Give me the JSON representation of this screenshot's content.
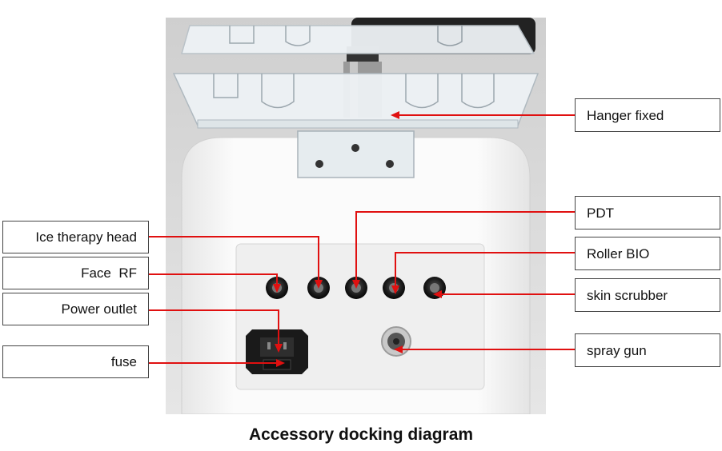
{
  "caption": "Accessory docking diagram",
  "labels": {
    "hanger_fixed": "Hanger fixed",
    "ice_therapy_head": "Ice therapy head",
    "face_rf": "Face  RF",
    "power_outlet": "Power outlet",
    "fuse": "fuse",
    "pdt": "PDT",
    "roller_bio": "Roller BIO",
    "skin_scrubber": "skin scrubber",
    "spray_gun": "spray gun"
  },
  "colors": {
    "leader": "#e01010",
    "device_body": "#f6f6f6",
    "panel": "#ececec",
    "connector": "#2a2a2a",
    "acrylic": "#e9eef2"
  }
}
